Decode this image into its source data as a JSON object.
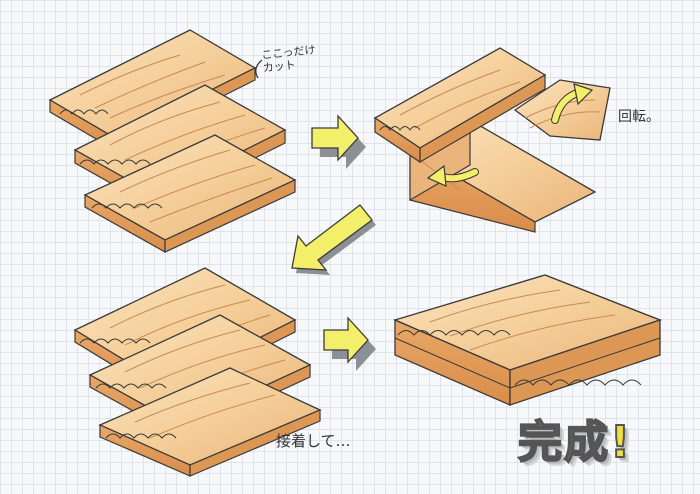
{
  "annotations": {
    "cut_note_line1": "ここっだけ",
    "cut_note_line2": "カット",
    "rotate_note": "回転。",
    "glue_note": "接着して…",
    "complete_label": "完成!"
  },
  "colors": {
    "wood_light": "#f7d9ae",
    "wood_mid": "#eab47a",
    "wood_dark": "#d98c4a",
    "outline": "#3a3a3a",
    "arrow_yellow": "#f4ef6a",
    "arrow_shadow": "#8b8f96",
    "complete_text": "#f2df40"
  }
}
